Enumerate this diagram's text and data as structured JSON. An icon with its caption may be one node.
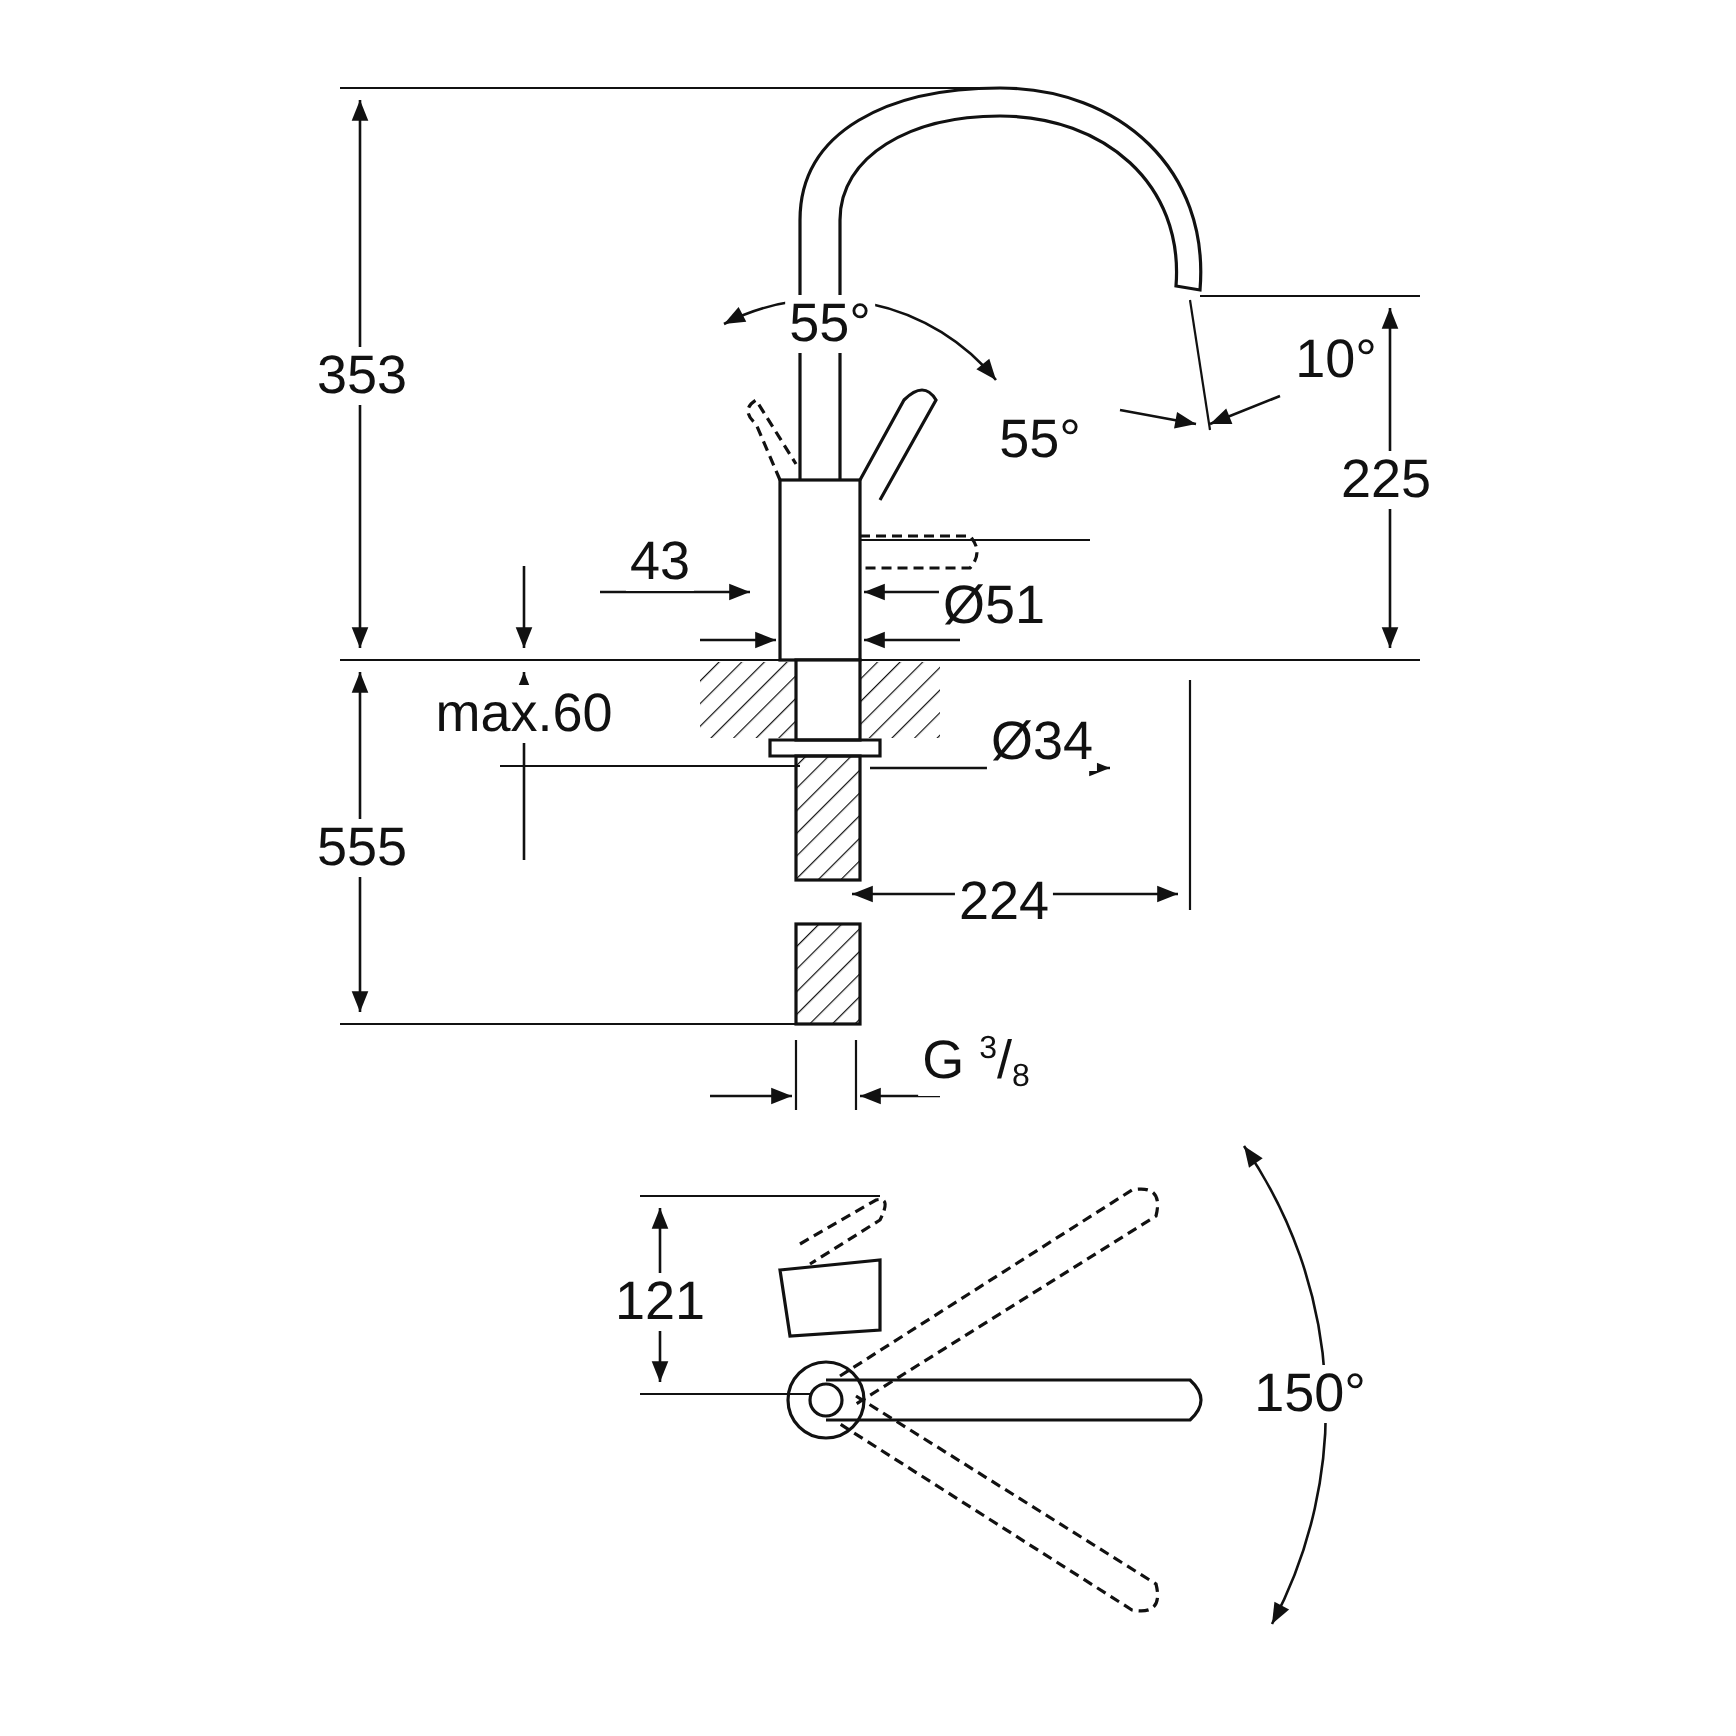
{
  "diagram": {
    "labels": [
      "353",
      "55°",
      "10°",
      "55°",
      "225",
      "43",
      "Ø51",
      "max.60",
      "Ø34",
      "555",
      "224",
      "G $^{3}$/$_{8}$",
      "121",
      "150°"
    ]
  }
}
